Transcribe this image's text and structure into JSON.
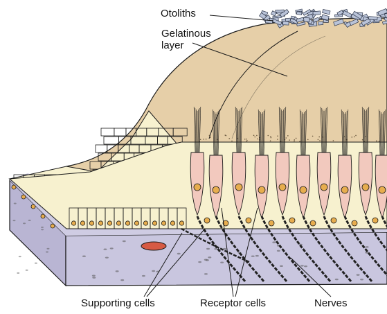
{
  "labels": {
    "otoliths": "Otoliths",
    "gelatinous_layer": "Gelatinous layer",
    "supporting_cells": "Supporting cells",
    "receptor_cells": "Receptor cells",
    "nerves": "Nerves"
  },
  "colors": {
    "gelatinous": "#e6cfa8",
    "gel_edge": "#e4cfa7",
    "epithelium": "#f7f1cf",
    "receptor": "#f2c9be",
    "connective": "#c9c6df",
    "connective_side": "#b9b5d3",
    "otolith": "#b9c3d8",
    "nerve": "#222222",
    "nucleus": "#e7ad4e",
    "red_cell": "#d65a44",
    "outline": "#1a1a1a"
  }
}
